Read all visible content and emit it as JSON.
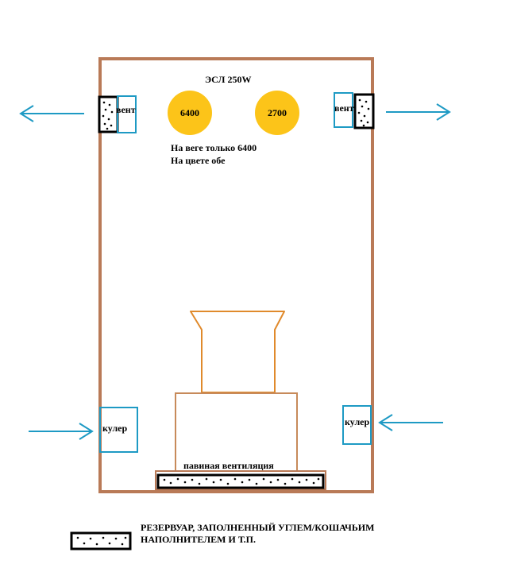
{
  "title": "ЭСЛ 250W",
  "lamps": [
    {
      "label": "6400"
    },
    {
      "label": "2700"
    }
  ],
  "lamp_color": "#fcc419",
  "note_lines": [
    "На веге только 6400",
    "На цвете обе"
  ],
  "vents": [
    {
      "label": "вент"
    },
    {
      "label": "вент"
    }
  ],
  "coolers": [
    {
      "label": "кулер"
    },
    {
      "label": "кулер"
    }
  ],
  "floor_ventilation_label": "павиная вентиляция",
  "legend_text": "РЕЗЕРВУАР, ЗАПОЛНЕННЫЙ УГЛЕМ/КОШАЧЬИМ НАПОЛНИТЕЛЕМ И Т.П.",
  "colors": {
    "box": "#b97a57",
    "arrow": "#1e9ac4",
    "vent_frame": "#1e9ac4",
    "pot": "#c78a5a",
    "funnel": "#e08a2c"
  }
}
